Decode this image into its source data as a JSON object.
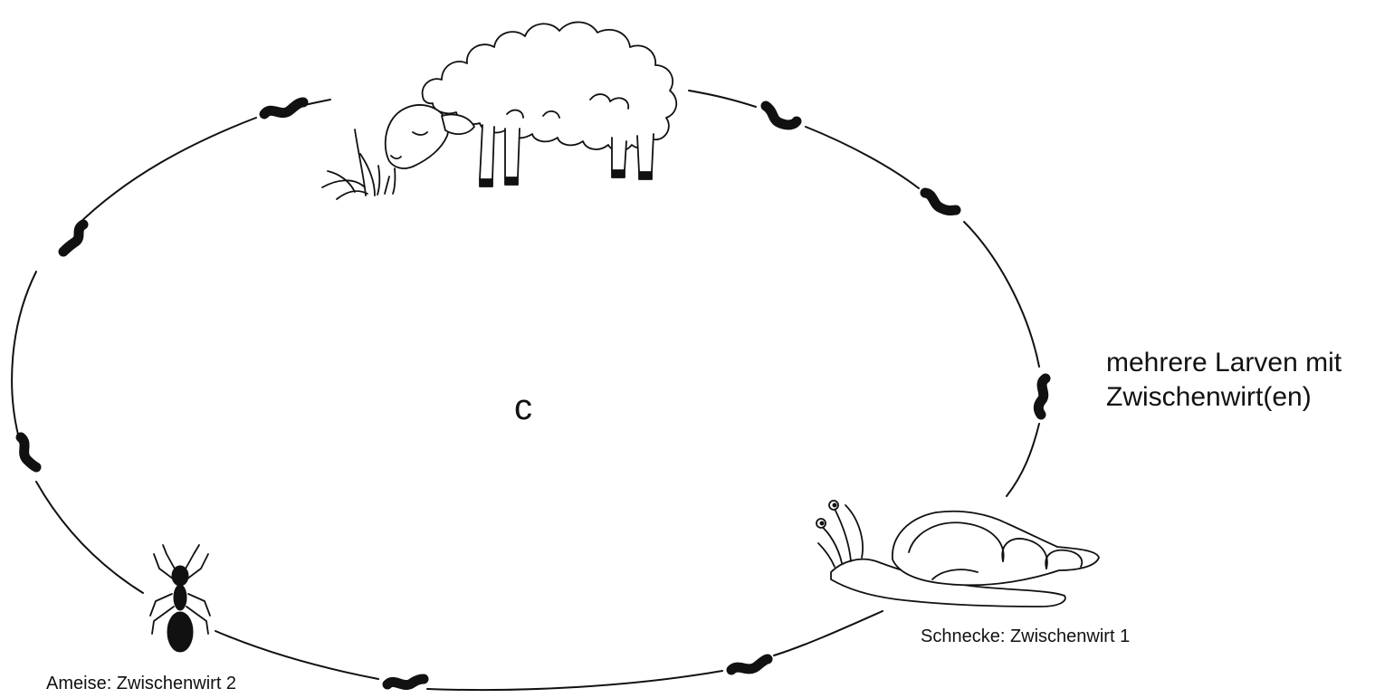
{
  "diagram": {
    "center_letter": "c",
    "side_title": {
      "line1": "mehrere Larven mit",
      "line2": "Zwischenwirt(en)"
    },
    "hosts": {
      "snail_label": "Schnecke: Zwischenwirt  1",
      "ant_label": "Ameise: Zwischenwirt 2"
    },
    "icons": [
      "sheep-icon",
      "grass-icon",
      "snail-icon",
      "ant-icon",
      "larva-icon"
    ],
    "colors": {
      "ink": "#111111",
      "background": "#ffffff"
    }
  }
}
